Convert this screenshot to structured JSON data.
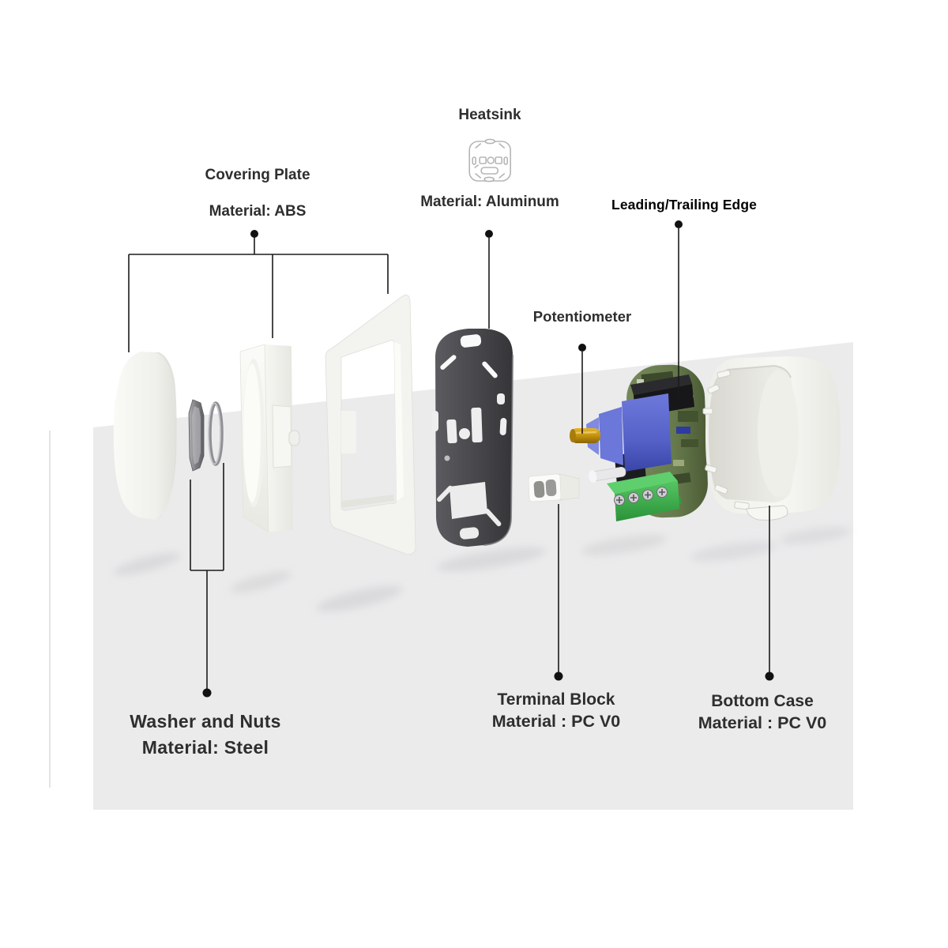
{
  "title": "Dimmer switch exploded parts diagram",
  "labels": {
    "covering_plate": {
      "title": "Covering Plate",
      "material": "Material: ABS"
    },
    "heatsink": {
      "title": "Heatsink",
      "material": "Material: Aluminum",
      "icon": "heatsink-top-view-icon"
    },
    "leading_trailing_edge": {
      "title": "Leading/Trailing Edge"
    },
    "potentiometer": {
      "title": "Potentiometer"
    },
    "washer_and_nuts": {
      "title": "Washer and Nuts",
      "material": "Material: Steel"
    },
    "terminal_block": {
      "title": "Terminal Block",
      "material": "Material : PC V0"
    },
    "bottom_case": {
      "title": "Bottom Case",
      "material": "Material : PC V0"
    }
  },
  "parts": [
    {
      "name": "knob"
    },
    {
      "name": "hex-nut"
    },
    {
      "name": "washer"
    },
    {
      "name": "dimmer-mechanism-plate"
    },
    {
      "name": "covering-frame"
    },
    {
      "name": "heatsink-plate"
    },
    {
      "name": "terminal-block-connector"
    },
    {
      "name": "pcb-module-with-potentiometer"
    },
    {
      "name": "bottom-case"
    }
  ],
  "colors": {
    "page": "#ffffff",
    "backdrop": "#ebebec",
    "leader_line": "#1b1b1b",
    "text": "#2e2e2e",
    "heatsink_gray": "#47474b",
    "pcb_green": "#66794c",
    "terminal_green": "#35a546",
    "potentiometer_blue": "#5561c7",
    "shaft_gold": "#c3920f",
    "plastic_white": "#f3f3ef"
  }
}
